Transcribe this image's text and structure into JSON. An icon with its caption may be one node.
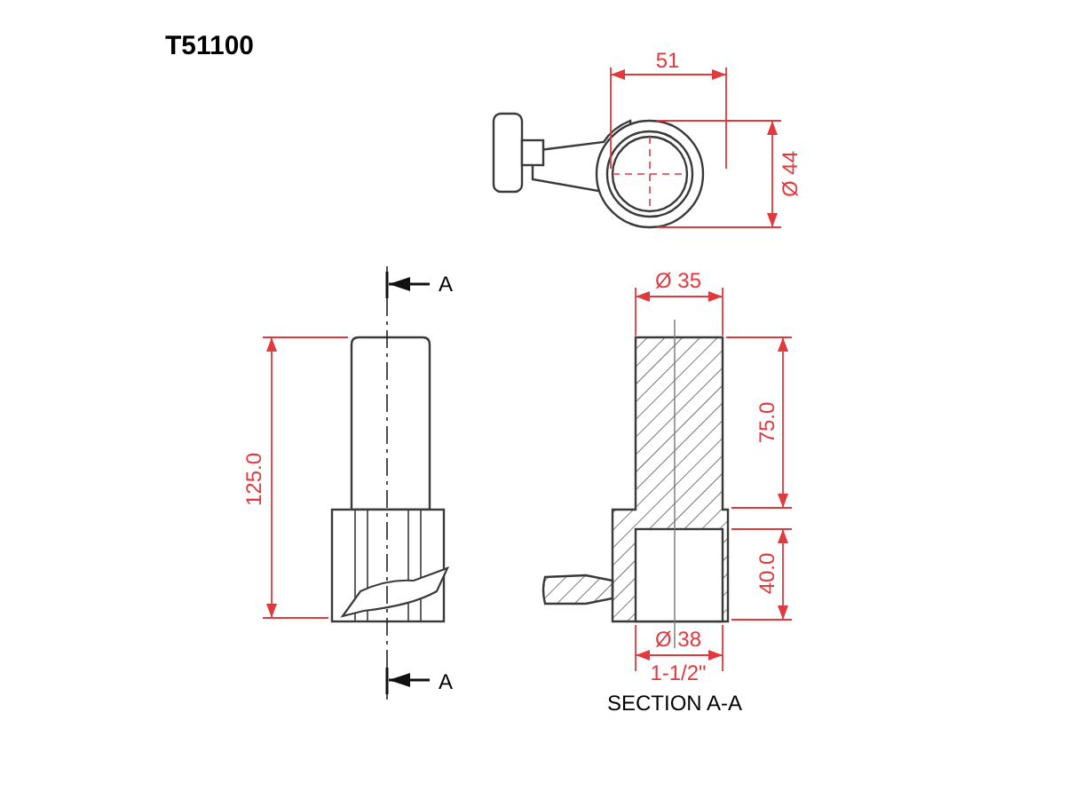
{
  "diagram": {
    "title": "T51100",
    "labels": [
      "51",
      "Ø 44",
      "A",
      "Ø 35",
      "125.0",
      "75.0",
      "40.0",
      "Ø 38",
      "A",
      "1-1/2\"",
      "SECTION A-A"
    ]
  }
}
